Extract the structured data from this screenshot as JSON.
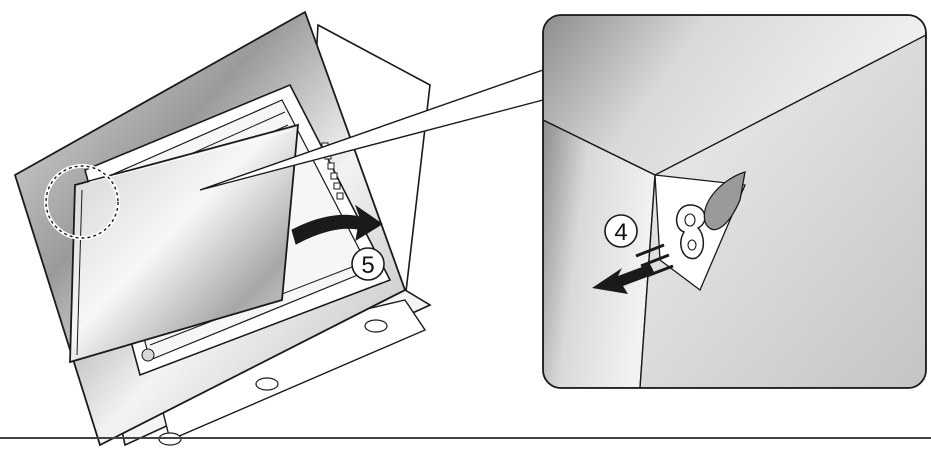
{
  "figure": {
    "description_free": true,
    "steps": [
      {
        "id": "step-5",
        "label": "5"
      },
      {
        "id": "step-4",
        "label": "4"
      }
    ],
    "colors": {
      "line": "#1a1a1a",
      "metal_light": "#f4f4f4",
      "metal_mid": "#c9c9c9",
      "metal_dark": "#8a8a8a",
      "background": "#ffffff"
    }
  }
}
